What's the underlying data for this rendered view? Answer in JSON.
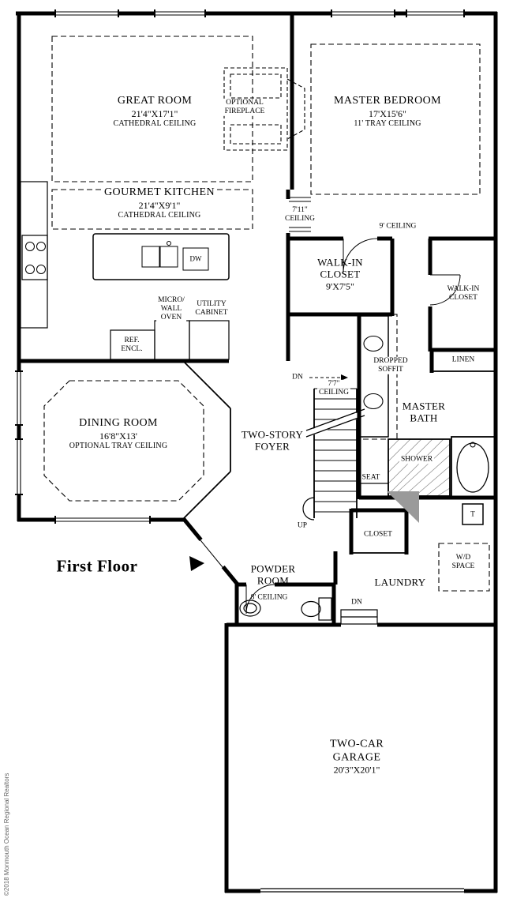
{
  "page": {
    "title": "First Floor",
    "copyright": "©2018 Monmouth Ocean Regional Realtors"
  },
  "labels": {
    "great_room": [
      "GREAT ROOM",
      "21'4\"X17'1\"",
      "CATHEDRAL CEILING"
    ],
    "optional_fireplace": [
      "OPTIONAL",
      "FIREPLACE"
    ],
    "master_bedroom": [
      "MASTER BEDROOM",
      "17'X15'6\"",
      "11' TRAY CEILING"
    ],
    "gourmet_kitchen": [
      "GOURMET KITCHEN",
      "21'4\"X9'1\"",
      "CATHEDRAL CEILING"
    ],
    "ceiling_7_11": [
      "7'11\"",
      "CEILING"
    ],
    "ceiling_9": [
      "9' CEILING"
    ],
    "walk_in_closet_master": [
      "WALK-IN",
      "CLOSET",
      "9'X7'5\""
    ],
    "walk_in_closet_secondary": [
      "WALK-IN",
      "CLOSET"
    ],
    "micro_wall_oven": [
      "MICRO/",
      "WALL",
      "OVEN"
    ],
    "utility_cabinet": [
      "UTILITY",
      "CABINET"
    ],
    "ref_encl": [
      "REF.",
      "ENCL."
    ],
    "dw": [
      "DW"
    ],
    "dropped_soffit": [
      "DROPPED",
      "SOFFIT"
    ],
    "linen": [
      "LINEN"
    ],
    "dn_foyer": [
      "DN"
    ],
    "ceiling_7_7": [
      "7'7\"",
      "CEILING"
    ],
    "dining_room": [
      "DINING ROOM",
      "16'8\"X13'",
      "OPTIONAL TRAY CEILING"
    ],
    "two_story_foyer": [
      "TWO-STORY",
      "FOYER"
    ],
    "master_bath": [
      "MASTER",
      "BATH"
    ],
    "shower": [
      "SHOWER"
    ],
    "seat": [
      "SEAT"
    ],
    "up": [
      "UP"
    ],
    "closet": [
      "CLOSET"
    ],
    "toilet": [
      "T"
    ],
    "powder_room": [
      "POWDER",
      "ROOM"
    ],
    "ceiling_8": [
      "8' CEILING"
    ],
    "laundry": [
      "LAUNDRY"
    ],
    "wd_space": [
      "W/D",
      "SPACE"
    ],
    "dn_laundry": [
      "DN"
    ],
    "garage": [
      "TWO-CAR",
      "GARAGE",
      "20'3\"X20'1\""
    ]
  }
}
